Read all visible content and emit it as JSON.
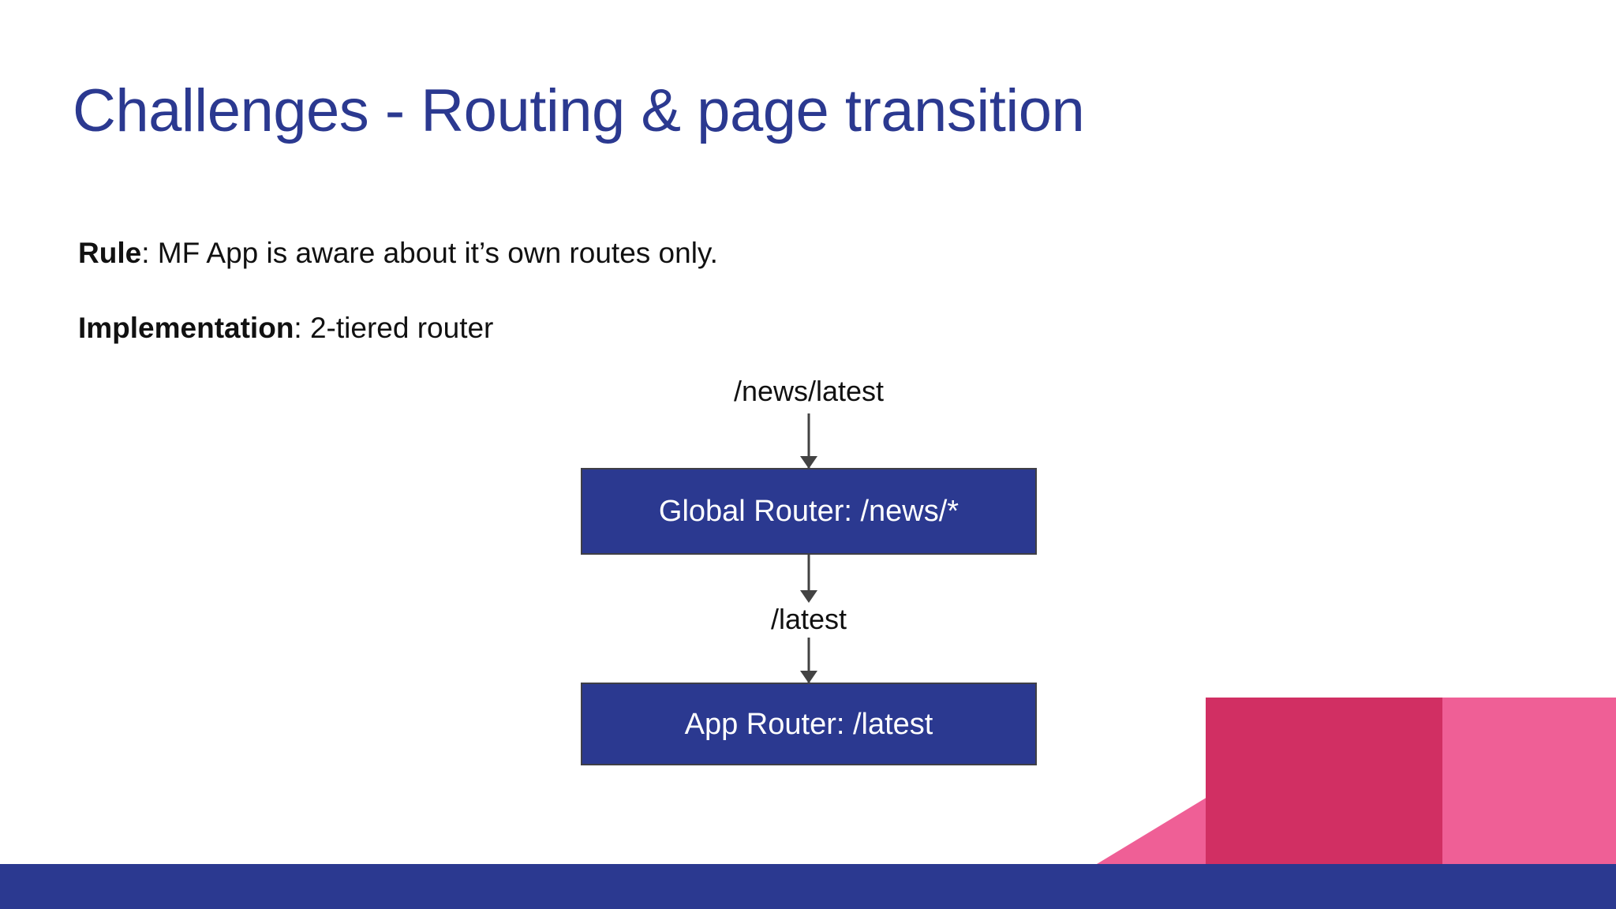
{
  "slide": {
    "title": "Challenges - Routing & page transition",
    "background_color": "#ffffff"
  },
  "body": {
    "rule": {
      "lead": "Rule",
      "text": ": MF App is aware about it’s own routes only."
    },
    "implementation": {
      "lead": "Implementation",
      "text": ": 2-tiered router"
    }
  },
  "diagram": {
    "input_label": "/news/latest",
    "global_router_box": "Global Router: /news/*",
    "intermediate_label": "/latest",
    "app_router_box": "App Router: /latest",
    "box_fill_color": "#2b3990",
    "box_border_color": "#3f3f46",
    "box_text_color": "#ffffff",
    "arrow_color": "#434343"
  },
  "decor": {
    "light_pink": "#ef5f96",
    "mid_pink": "#d12f63",
    "dark_maroon": "#97194b"
  },
  "footer": {
    "color": "#2b3990"
  }
}
